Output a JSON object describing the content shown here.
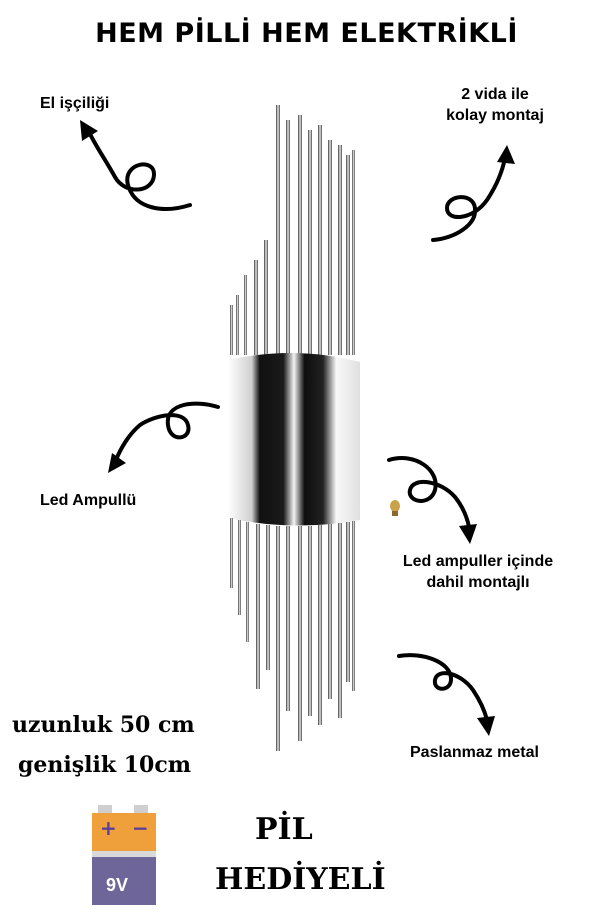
{
  "title": "HEM PİLLİ HEM ELEKTRİKLİ",
  "features": {
    "handcraft": "El işçiliği",
    "mount_line1": "2 vida ile",
    "mount_line2": "kolay montaj",
    "led_bulb": "Led Ampullü",
    "led_included_line1": "Led ampuller içinde",
    "led_included_line2": "dahil montajlı",
    "stainless": "Paslanmaz metal"
  },
  "dimensions": {
    "length": "uzunluk 50 cm",
    "width": "genişlik 10cm"
  },
  "battery": {
    "plus": "+",
    "minus": "−",
    "voltage": "9V",
    "gift_line1": "PİL",
    "gift_line2": "HEDİYELİ"
  },
  "colors": {
    "battery_top": "#f0a03a",
    "battery_bottom": "#6e6699",
    "chrome": "#c8c8c8"
  },
  "icons": {
    "arrow": "curly-arrow-icon",
    "battery": "battery-9v-icon",
    "lamp": "wall-lamp-image"
  }
}
